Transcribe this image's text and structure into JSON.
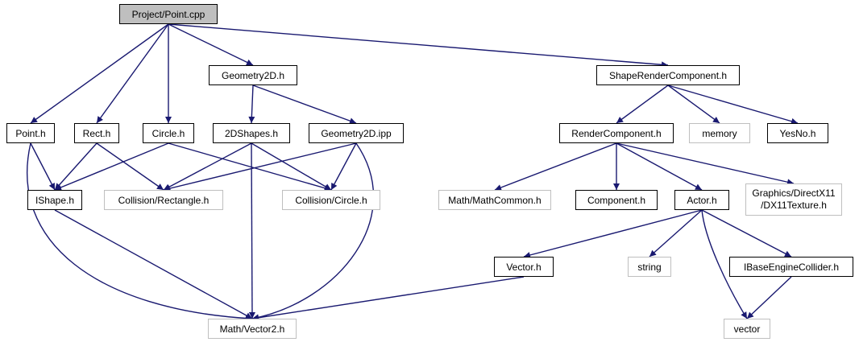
{
  "title": "Project/Point.cpp",
  "colors": {
    "edge": "#191970",
    "node_border": "#000000",
    "external_border": "#bfbfbf",
    "root_fill": "#bfbfbf"
  },
  "nodes": [
    {
      "id": "point_cpp",
      "label": "Project/Point.cpp",
      "kind": "root"
    },
    {
      "id": "geometry2d_h",
      "label": "Geometry2D.h",
      "kind": "local"
    },
    {
      "id": "shaperender_h",
      "label": "ShapeRenderComponent.h",
      "kind": "local"
    },
    {
      "id": "point_h",
      "label": "Point.h",
      "kind": "local"
    },
    {
      "id": "rect_h",
      "label": "Rect.h",
      "kind": "local"
    },
    {
      "id": "circle_h",
      "label": "Circle.h",
      "kind": "local"
    },
    {
      "id": "shapes2d_h",
      "label": "2DShapes.h",
      "kind": "local"
    },
    {
      "id": "geometry2d_ipp",
      "label": "Geometry2D.ipp",
      "kind": "local"
    },
    {
      "id": "rendercomp_h",
      "label": "RenderComponent.h",
      "kind": "local"
    },
    {
      "id": "memory",
      "label": "memory",
      "kind": "external"
    },
    {
      "id": "yesno_h",
      "label": "YesNo.h",
      "kind": "local"
    },
    {
      "id": "ishape_h",
      "label": "IShape.h",
      "kind": "local"
    },
    {
      "id": "coll_rect_h",
      "label": "Collision/Rectangle.h",
      "kind": "external"
    },
    {
      "id": "coll_circle_h",
      "label": "Collision/Circle.h",
      "kind": "external"
    },
    {
      "id": "mathcommon_h",
      "label": "Math/MathCommon.h",
      "kind": "external"
    },
    {
      "id": "component_h",
      "label": "Component.h",
      "kind": "local"
    },
    {
      "id": "actor_h",
      "label": "Actor.h",
      "kind": "local"
    },
    {
      "id": "dx11texture_h",
      "label": "Graphics/DirectX11\n/DX11Texture.h",
      "kind": "external"
    },
    {
      "id": "vector_h",
      "label": "Vector.h",
      "kind": "local"
    },
    {
      "id": "string",
      "label": "string",
      "kind": "external"
    },
    {
      "id": "ibaseengine_h",
      "label": "IBaseEngineCollider.h",
      "kind": "local"
    },
    {
      "id": "vector2_h",
      "label": "Math/Vector2.h",
      "kind": "external"
    },
    {
      "id": "vector",
      "label": "vector",
      "kind": "external"
    }
  ],
  "edges": [
    [
      "point_cpp",
      "point_h"
    ],
    [
      "point_cpp",
      "rect_h"
    ],
    [
      "point_cpp",
      "circle_h"
    ],
    [
      "point_cpp",
      "geometry2d_h"
    ],
    [
      "point_cpp",
      "shaperender_h"
    ],
    [
      "point_h",
      "ishape_h"
    ],
    [
      "point_h",
      "vector2_h"
    ],
    [
      "rect_h",
      "ishape_h"
    ],
    [
      "rect_h",
      "coll_rect_h"
    ],
    [
      "circle_h",
      "ishape_h"
    ],
    [
      "circle_h",
      "coll_circle_h"
    ],
    [
      "geometry2d_h",
      "shapes2d_h"
    ],
    [
      "geometry2d_h",
      "geometry2d_ipp"
    ],
    [
      "shapes2d_h",
      "coll_rect_h"
    ],
    [
      "shapes2d_h",
      "coll_circle_h"
    ],
    [
      "shapes2d_h",
      "vector2_h"
    ],
    [
      "geometry2d_ipp",
      "coll_rect_h"
    ],
    [
      "geometry2d_ipp",
      "coll_circle_h"
    ],
    [
      "geometry2d_ipp",
      "vector2_h"
    ],
    [
      "ishape_h",
      "vector2_h"
    ],
    [
      "shaperender_h",
      "rendercomp_h"
    ],
    [
      "shaperender_h",
      "memory"
    ],
    [
      "shaperender_h",
      "yesno_h"
    ],
    [
      "rendercomp_h",
      "mathcommon_h"
    ],
    [
      "rendercomp_h",
      "component_h"
    ],
    [
      "rendercomp_h",
      "actor_h"
    ],
    [
      "rendercomp_h",
      "dx11texture_h"
    ],
    [
      "actor_h",
      "vector_h"
    ],
    [
      "actor_h",
      "string"
    ],
    [
      "actor_h",
      "ibaseengine_h"
    ],
    [
      "actor_h",
      "vector"
    ],
    [
      "vector_h",
      "vector2_h"
    ],
    [
      "ibaseengine_h",
      "vector"
    ]
  ]
}
